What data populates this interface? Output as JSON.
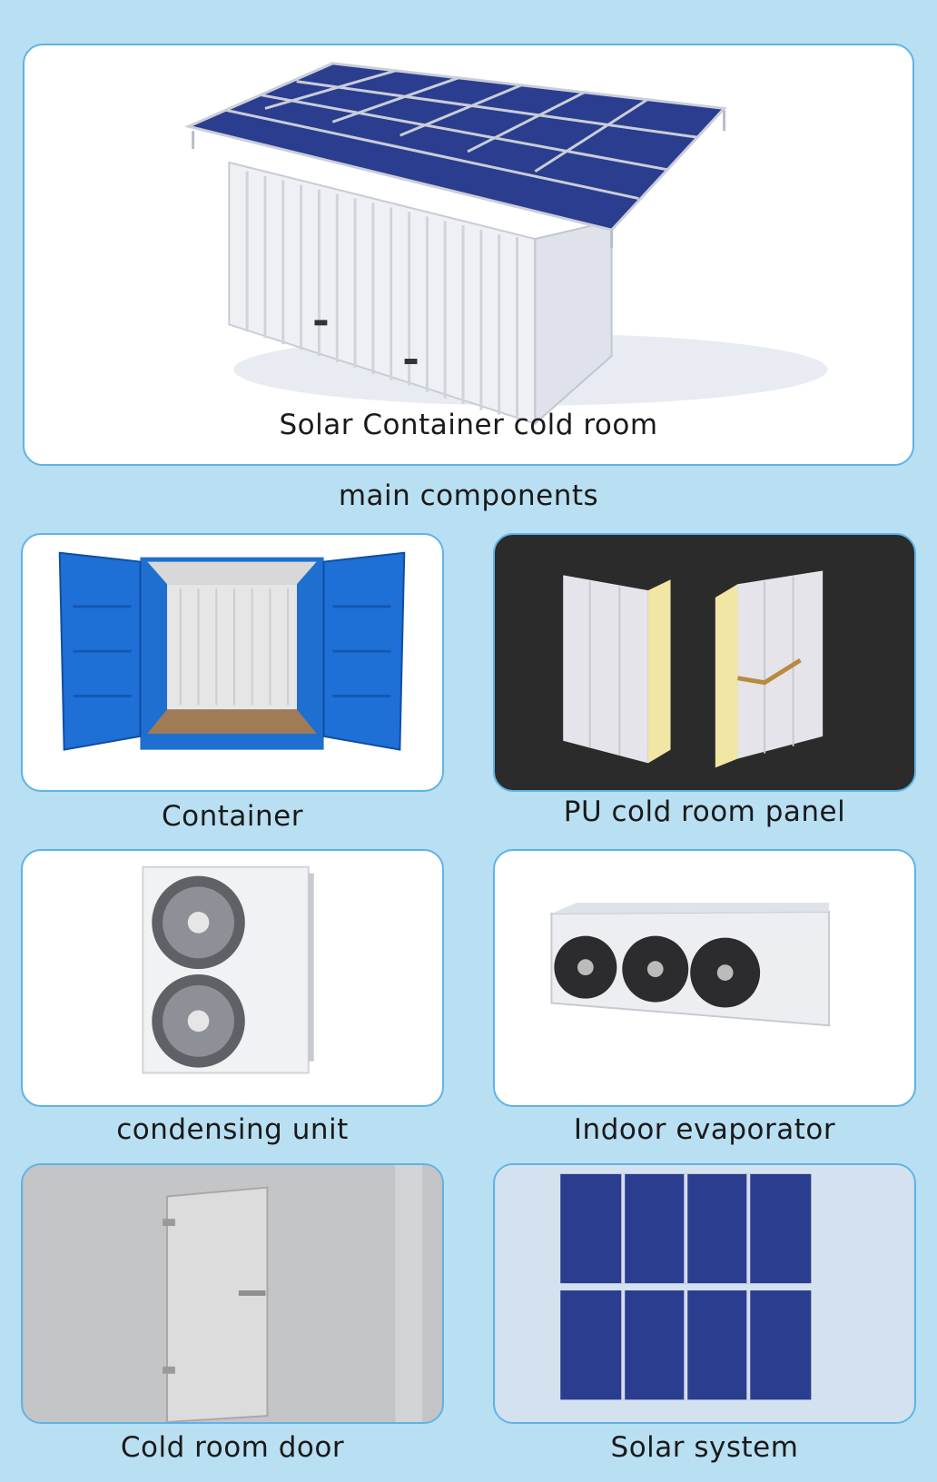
{
  "hero": {
    "caption": "Solar Container cold room",
    "icon": "solar-container-illustration"
  },
  "section_title": "main components",
  "components": [
    {
      "caption": "Container",
      "icon": "shipping-container-illustration"
    },
    {
      "caption": "PU cold room panel",
      "icon": "insulated-panel-illustration"
    },
    {
      "caption": "condensing unit",
      "icon": "condensing-unit-illustration"
    },
    {
      "caption": "Indoor evaporator",
      "icon": "evaporator-illustration"
    },
    {
      "caption": "Cold room door",
      "icon": "cold-room-door-illustration"
    },
    {
      "caption": "Solar system",
      "icon": "solar-panel-illustration"
    }
  ],
  "colors": {
    "background": "#b9dff2",
    "card_border": "#5fb3e6",
    "solar_blue": "#2b3d8f",
    "container_blue": "#1f6fd1"
  }
}
